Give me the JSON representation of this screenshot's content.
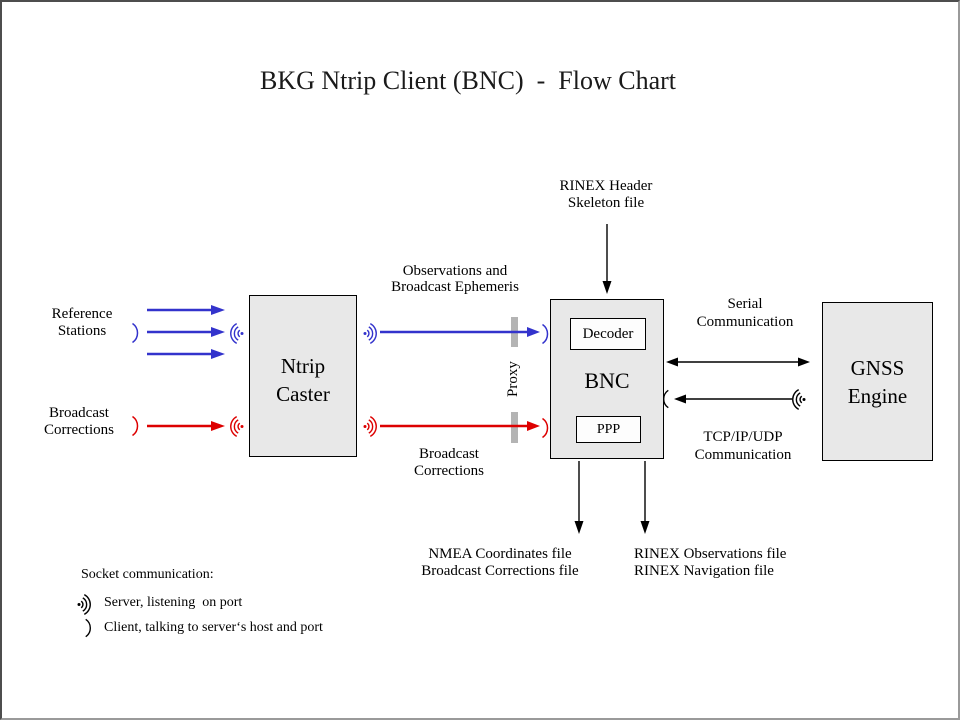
{
  "title": "BKG Ntrip Client (BNC)  -  Flow Chart",
  "nodes": {
    "ntrip_caster": {
      "line1": "Ntrip",
      "line2": "Caster"
    },
    "bnc": "BNC",
    "decoder": "Decoder",
    "ppp": "PPP",
    "gnss_engine": {
      "line1": "GNSS",
      "line2": "Engine"
    }
  },
  "labels": {
    "reference_stations": {
      "line1": "Reference",
      "line2": "Stations"
    },
    "broadcast_corrections_in": {
      "line1": "Broadcast",
      "line2": "Corrections"
    },
    "observations_stream": {
      "line1": "Observations and",
      "line2": "Broadcast Ephemeris"
    },
    "corrections_stream": {
      "line1": "Broadcast",
      "line2": "Corrections"
    },
    "proxy": "Proxy",
    "rinex_header": {
      "line1": "RINEX Header",
      "line2": "Skeleton file"
    },
    "serial_comm": {
      "line1": "Serial",
      "line2": "Communication"
    },
    "tcp_comm": {
      "line1": "TCP/IP/UDP",
      "line2": "Communication"
    },
    "nmea_output": {
      "line1": "NMEA Coordinates file",
      "line2": "Broadcast Corrections file"
    },
    "rinex_output": {
      "line1": "RINEX Observations file",
      "line2": "RINEX Navigation file"
    }
  },
  "legend": {
    "heading": "Socket communication:",
    "server_item": "Server, listening  on port",
    "client_item": "Client, talking to server‘s host and port"
  },
  "colors": {
    "observation_stream_blue": "#3333cc",
    "correction_stream_red": "#dd0000",
    "node_fill_gray": "#e8e8e8",
    "proxy_bar_gray": "#b4b4b4"
  }
}
